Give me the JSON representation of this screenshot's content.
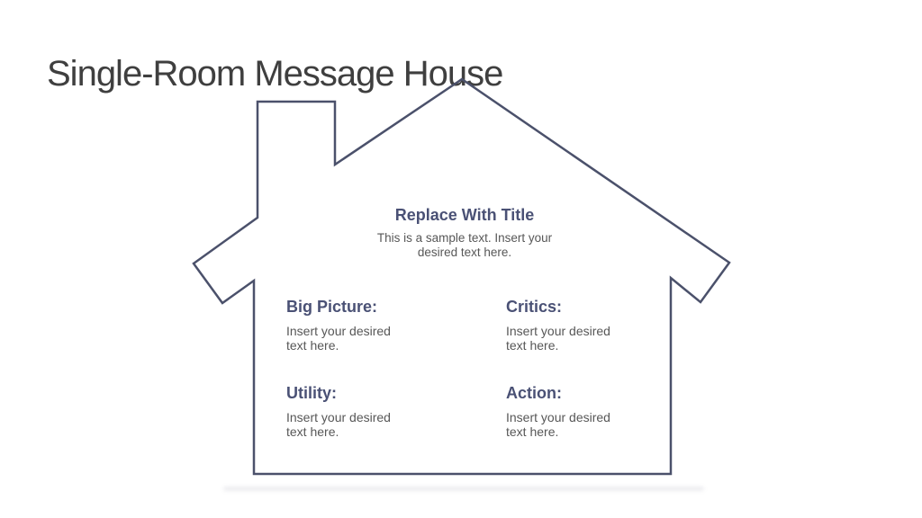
{
  "slide_title": "Single-Room Message House",
  "house": {
    "roof": {
      "title": "Replace With Title",
      "subtitle": "This is a sample text. Insert your desired text here."
    },
    "rooms": [
      {
        "label": "Big Picture:",
        "text": "Insert your desired text here."
      },
      {
        "label": "Critics:",
        "text": "Insert your desired text here."
      },
      {
        "label": "Utility:",
        "text": "Insert your desired text here."
      },
      {
        "label": "Action:",
        "text": "Insert your desired text here."
      }
    ],
    "colors": {
      "outline": "#4b516b",
      "heading": "#4a5175",
      "body_text": "#575757",
      "slide_title_text": "#3f3f3f"
    }
  }
}
